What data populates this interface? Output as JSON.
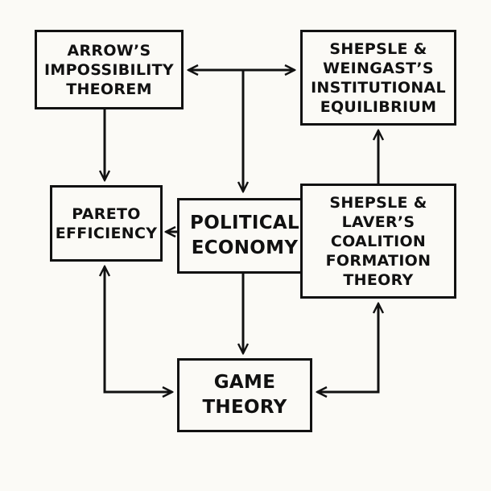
{
  "nodes": {
    "arrow": "ARROW’S\nIMPOSSIBILITY\nTHEOREM",
    "shepsle_weingast": "SHEPSLE &\nWEINGAST’S\nINSTITUTIONAL\nEQUILIBRIUM",
    "pareto": "PARETO\nEFFICIENCY",
    "political_economy": "POLITICAL\nECONOMY",
    "shepsle_laver": "SHEPSLE &\nLAVER’S\nCOALITION\nFORMATION\nTHEORY",
    "game_theory": "GAME\nTHEORY"
  },
  "edges": [
    {
      "from": "arrow",
      "to": "shepsle_weingast",
      "bidirectional": true
    },
    {
      "from": "arrow",
      "to": "pareto",
      "bidirectional": false
    },
    {
      "from": "arrow",
      "to": "political_economy",
      "bidirectional": false
    },
    {
      "from": "political_economy",
      "to": "pareto",
      "bidirectional": false
    },
    {
      "from": "political_economy",
      "to": "game_theory",
      "bidirectional": false
    },
    {
      "from": "shepsle_laver",
      "to": "shepsle_weingast",
      "bidirectional": false
    },
    {
      "from": "pareto",
      "to": "game_theory",
      "bidirectional": true
    },
    {
      "from": "game_theory",
      "to": "shepsle_laver",
      "bidirectional": true
    }
  ],
  "colors": {
    "stroke": "#111111",
    "background": "#fbfaf6"
  }
}
